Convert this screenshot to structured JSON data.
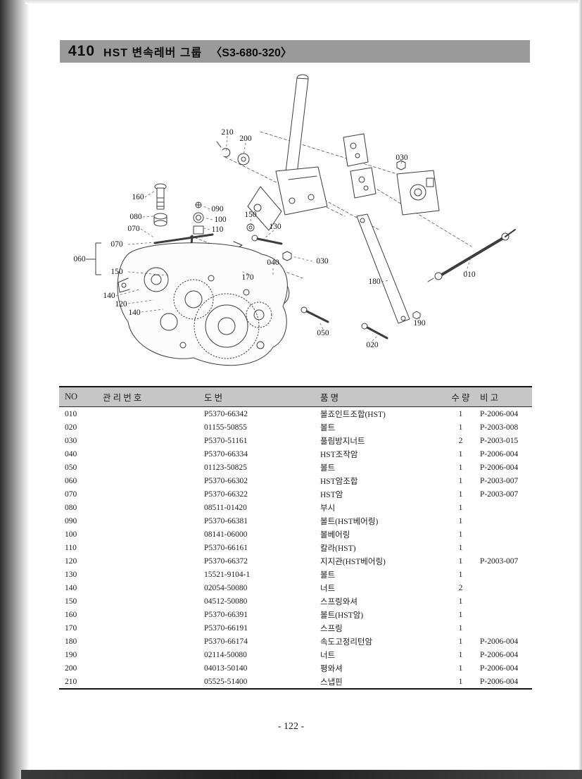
{
  "page": {
    "section_number": "410",
    "title": "HST 변속레버  그룹",
    "title_code": "〈S3-680-320〉",
    "page_number": "- 122 -"
  },
  "diagram": {
    "callouts": [
      {
        "label": "210"
      },
      {
        "label": "200"
      },
      {
        "label": "030"
      },
      {
        "label": "160"
      },
      {
        "label": "080"
      },
      {
        "label": "090"
      },
      {
        "label": "100"
      },
      {
        "label": "110"
      },
      {
        "label": "070"
      },
      {
        "label": "150"
      },
      {
        "label": "130"
      },
      {
        "label": "060"
      },
      {
        "label": "070"
      },
      {
        "label": "150"
      },
      {
        "label": "030"
      },
      {
        "label": "040"
      },
      {
        "label": "170"
      },
      {
        "label": "180"
      },
      {
        "label": "010"
      },
      {
        "label": "140"
      },
      {
        "label": "120"
      },
      {
        "label": "140"
      },
      {
        "label": "050"
      },
      {
        "label": "190"
      },
      {
        "label": "020"
      }
    ]
  },
  "table": {
    "headers": [
      "NO",
      "관 리 번 호",
      "도   번",
      "품      명",
      "수 량",
      "비   고"
    ],
    "rows": [
      {
        "no": "010",
        "mgmt": "",
        "dwg": "P5370-66342",
        "name": "볼죠인트조합(HST)",
        "qty": "1",
        "note": "P-2006-004"
      },
      {
        "no": "020",
        "mgmt": "",
        "dwg": "01155-50855",
        "name": "볼트",
        "qty": "1",
        "note": "P-2003-008"
      },
      {
        "no": "030",
        "mgmt": "",
        "dwg": "P5370-51161",
        "name": "풀림방지너트",
        "qty": "2",
        "note": "P-2003-015"
      },
      {
        "no": "040",
        "mgmt": "",
        "dwg": "P5370-66334",
        "name": "HST조작암",
        "qty": "1",
        "note": "P-2006-004"
      },
      {
        "no": "050",
        "mgmt": "",
        "dwg": "01123-50825",
        "name": "볼트",
        "qty": "1",
        "note": "P-2006-004"
      },
      {
        "no": "060",
        "mgmt": "",
        "dwg": "P5370-66302",
        "name": "HST암조합",
        "qty": "1",
        "note": "P-2003-007"
      },
      {
        "no": "070",
        "mgmt": "",
        "dwg": "P5370-66322",
        "name": "HST암",
        "qty": "1",
        "note": "P-2003-007"
      },
      {
        "no": "080",
        "mgmt": "",
        "dwg": "08511-01420",
        "name": "부시",
        "qty": "1",
        "note": ""
      },
      {
        "no": "090",
        "mgmt": "",
        "dwg": "P5370-66381",
        "name": "볼트(HST베어링)",
        "qty": "1",
        "note": ""
      },
      {
        "no": "100",
        "mgmt": "",
        "dwg": "08141-06000",
        "name": "볼베어링",
        "qty": "1",
        "note": ""
      },
      {
        "no": "110",
        "mgmt": "",
        "dwg": "P5370-66161",
        "name": "칼라(HST)",
        "qty": "1",
        "note": ""
      },
      {
        "no": "120",
        "mgmt": "",
        "dwg": "P5370-66372",
        "name": "지지관(HST베어링)",
        "qty": "1",
        "note": "P-2003-007"
      },
      {
        "no": "130",
        "mgmt": "",
        "dwg": "15521-9104-1",
        "name": "볼트",
        "qty": "1",
        "note": ""
      },
      {
        "no": "140",
        "mgmt": "",
        "dwg": "02054-50080",
        "name": "너트",
        "qty": "2",
        "note": ""
      },
      {
        "no": "150",
        "mgmt": "",
        "dwg": "04512-50080",
        "name": "스프링와셔",
        "qty": "1",
        "note": ""
      },
      {
        "no": "160",
        "mgmt": "",
        "dwg": "P5370-66391",
        "name": "볼트(HST암)",
        "qty": "1",
        "note": ""
      },
      {
        "no": "170",
        "mgmt": "",
        "dwg": "P5370-66191",
        "name": "스프링",
        "qty": "1",
        "note": ""
      },
      {
        "no": "180",
        "mgmt": "",
        "dwg": "P5370-66174",
        "name": "속도고정리턴암",
        "qty": "1",
        "note": "P-2006-004"
      },
      {
        "no": "190",
        "mgmt": "",
        "dwg": "02114-50080",
        "name": "너트",
        "qty": "1",
        "note": "P-2006-004"
      },
      {
        "no": "200",
        "mgmt": "",
        "dwg": "04013-50140",
        "name": "평와셔",
        "qty": "1",
        "note": "P-2006-004"
      },
      {
        "no": "210",
        "mgmt": "",
        "dwg": "05525-51400",
        "name": "스냅핀",
        "qty": "1",
        "note": "P-2006-004"
      }
    ]
  }
}
